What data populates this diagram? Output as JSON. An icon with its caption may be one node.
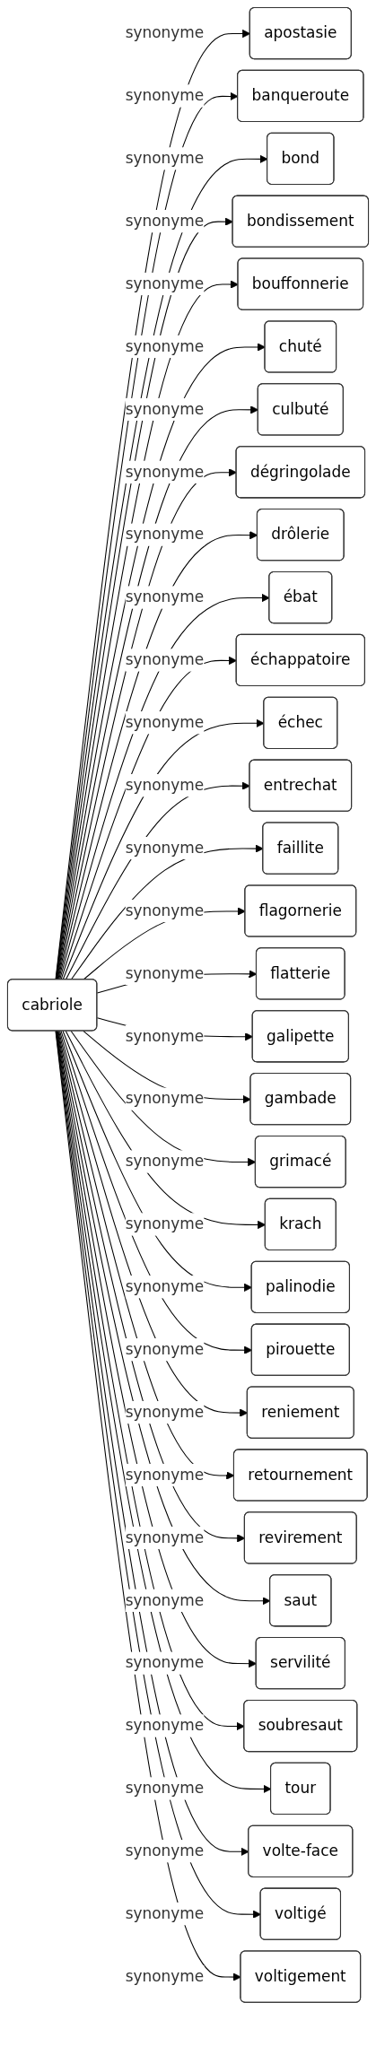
{
  "diagram": {
    "nodes": [
      {
        "text": [
          "cabriole"
        ]
      },
      {
        "text": [
          "apostasie"
        ]
      },
      {
        "text": [
          "banqueroute"
        ]
      },
      {
        "text": [
          "bond"
        ]
      },
      {
        "text": [
          "bondissement"
        ]
      },
      {
        "text": [
          "bouffonnerie"
        ]
      },
      {
        "text": [
          "chuté"
        ]
      },
      {
        "text": [
          "culbuté"
        ]
      },
      {
        "text": [
          "dégringolade"
        ]
      },
      {
        "text": [
          "drôlerie"
        ]
      },
      {
        "text": [
          "ébat"
        ]
      },
      {
        "text": [
          "échappatoire"
        ]
      },
      {
        "text": [
          "échec"
        ]
      },
      {
        "text": [
          "entrechat"
        ]
      },
      {
        "text": [
          "faillite"
        ]
      },
      {
        "text": [
          "flagornerie"
        ]
      },
      {
        "text": [
          "flatterie"
        ]
      },
      {
        "text": [
          "galipette"
        ]
      },
      {
        "text": [
          "gambade"
        ]
      },
      {
        "text": [
          "grimacé"
        ]
      },
      {
        "text": [
          "krach"
        ]
      },
      {
        "text": [
          "palinodie"
        ]
      },
      {
        "text": [
          "pirouette"
        ]
      },
      {
        "text": [
          "reniement"
        ]
      },
      {
        "text": [
          "retournement"
        ]
      },
      {
        "text": [
          "revirement"
        ]
      },
      {
        "text": [
          "saut"
        ]
      },
      {
        "text": [
          "servilité"
        ]
      },
      {
        "text": [
          "soubresaut"
        ]
      },
      {
        "text": [
          "tour"
        ]
      },
      {
        "text": [
          "volte-face"
        ]
      },
      {
        "text": [
          "voltigé"
        ]
      },
      {
        "text": [
          "voltigement"
        ]
      }
    ],
    "edges": [
      {
        "from": 0,
        "to": 1,
        "arrow": "to",
        "label": "synonyme"
      },
      {
        "from": 0,
        "to": 2,
        "arrow": "to",
        "label": "synonyme"
      },
      {
        "from": 0,
        "to": 3,
        "arrow": "to",
        "label": "synonyme"
      },
      {
        "from": 0,
        "to": 4,
        "arrow": "to",
        "label": "synonyme"
      },
      {
        "from": 0,
        "to": 5,
        "arrow": "to",
        "label": "synonyme"
      },
      {
        "from": 0,
        "to": 6,
        "arrow": "to",
        "label": "synonyme"
      },
      {
        "from": 0,
        "to": 7,
        "arrow": "to",
        "label": "synonyme"
      },
      {
        "from": 0,
        "to": 8,
        "arrow": "to",
        "label": "synonyme"
      },
      {
        "from": 0,
        "to": 9,
        "arrow": "to",
        "label": "synonyme"
      },
      {
        "from": 0,
        "to": 10,
        "arrow": "to",
        "label": "synonyme"
      },
      {
        "from": 0,
        "to": 11,
        "arrow": "to",
        "label": "synonyme"
      },
      {
        "from": 0,
        "to": 12,
        "arrow": "to",
        "label": "synonyme"
      },
      {
        "from": 0,
        "to": 13,
        "arrow": "to",
        "label": "synonyme"
      },
      {
        "from": 0,
        "to": 14,
        "arrow": "to",
        "label": "synonyme"
      },
      {
        "from": 0,
        "to": 15,
        "arrow": "to",
        "label": "synonyme"
      },
      {
        "from": 0,
        "to": 16,
        "arrow": "to",
        "label": "synonyme"
      },
      {
        "from": 0,
        "to": 17,
        "arrow": "to",
        "label": "synonyme"
      },
      {
        "from": 0,
        "to": 18,
        "arrow": "to",
        "label": "synonyme"
      },
      {
        "from": 0,
        "to": 19,
        "arrow": "to",
        "label": "synonyme"
      },
      {
        "from": 0,
        "to": 20,
        "arrow": "to",
        "label": "synonyme"
      },
      {
        "from": 0,
        "to": 21,
        "arrow": "to",
        "label": "synonyme"
      },
      {
        "from": 0,
        "to": 22,
        "arrow": "to",
        "label": "synonyme"
      },
      {
        "from": 0,
        "to": 23,
        "arrow": "to",
        "label": "synonyme"
      },
      {
        "from": 0,
        "to": 24,
        "arrow": "to",
        "label": "synonyme"
      },
      {
        "from": 0,
        "to": 25,
        "arrow": "to",
        "label": "synonyme"
      },
      {
        "from": 0,
        "to": 26,
        "arrow": "to",
        "label": "synonyme"
      },
      {
        "from": 0,
        "to": 27,
        "arrow": "to",
        "label": "synonyme"
      },
      {
        "from": 0,
        "to": 28,
        "arrow": "to",
        "label": "synonyme"
      },
      {
        "from": 0,
        "to": 29,
        "arrow": "to",
        "label": "synonyme"
      },
      {
        "from": 0,
        "to": 30,
        "arrow": "to",
        "label": "synonyme"
      },
      {
        "from": 0,
        "to": 31,
        "arrow": "to",
        "label": "synonyme"
      },
      {
        "from": 0,
        "to": 32,
        "arrow": "to",
        "label": "synonyme"
      }
    ]
  }
}
